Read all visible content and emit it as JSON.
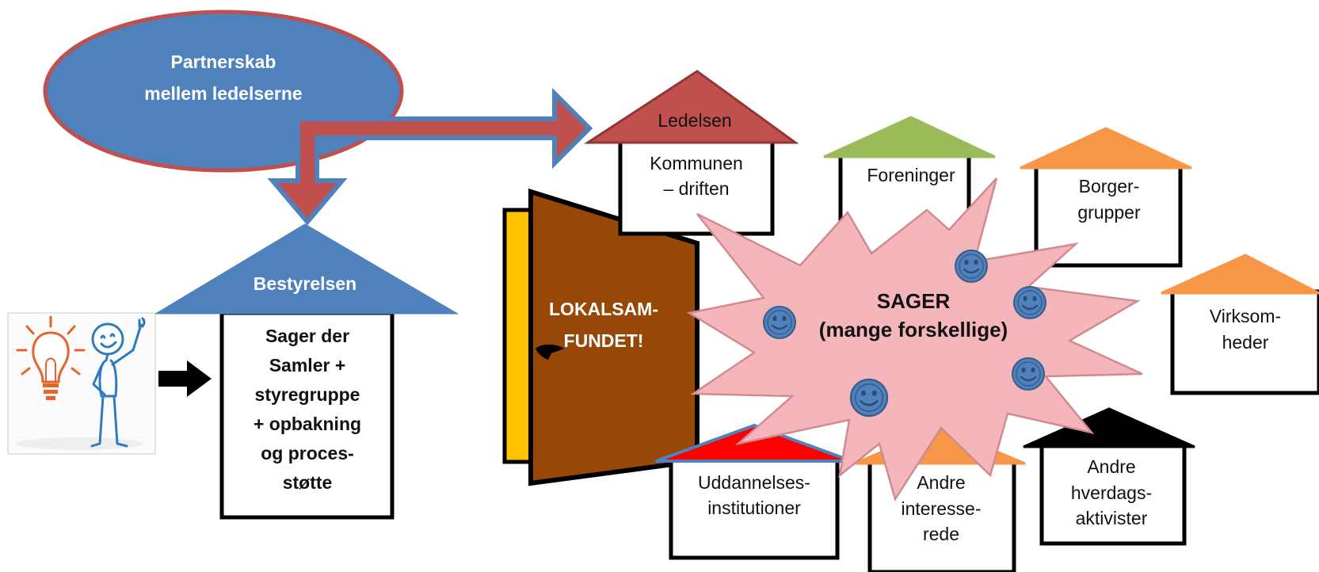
{
  "partnership_ellipse": {
    "line1": "Partnerskab",
    "line2": "mellem ledelserne"
  },
  "board_house": {
    "roof_label": "Bestyrelsen",
    "body_lines": [
      "Sager der",
      "Samler +",
      "styregruppe",
      "+ opbakning",
      "og proces-",
      "støtte"
    ]
  },
  "door": {
    "line1": "LOKALSAM-",
    "line2": "FUNDET!"
  },
  "houses": {
    "ledelsen": {
      "roof_label": "Ledelsen",
      "body_lines": [
        "Kommunen",
        "– driften"
      ]
    },
    "foreninger": {
      "body_lines": [
        "Foreninger"
      ]
    },
    "borgergrupper": {
      "body_lines": [
        "Borger-",
        "grupper"
      ]
    },
    "virksomheder": {
      "body_lines": [
        "Virksom-",
        "heder"
      ]
    },
    "uddannelse": {
      "body_lines": [
        "Uddannelses-",
        "institutioner"
      ]
    },
    "interesserede": {
      "body_lines": [
        "Andre",
        "interesse-",
        "rede"
      ]
    },
    "aktivister": {
      "body_lines": [
        "Andre",
        "hverdags-",
        "aktivister"
      ]
    }
  },
  "starburst": {
    "line1": "SAGER",
    "line2": "(mange forskellige)"
  },
  "colors": {
    "blue": "#4f81bd",
    "red": "#c0504d",
    "green": "#9bbb59",
    "orange": "#f79646",
    "brown": "#8b4513",
    "yellow": "#ffc000",
    "pink": "#f4b6bb",
    "bright_red": "#ff0000"
  },
  "icons": [
    "lightbulb-person-icon",
    "right-arrow-icon",
    "smiley-icon"
  ]
}
